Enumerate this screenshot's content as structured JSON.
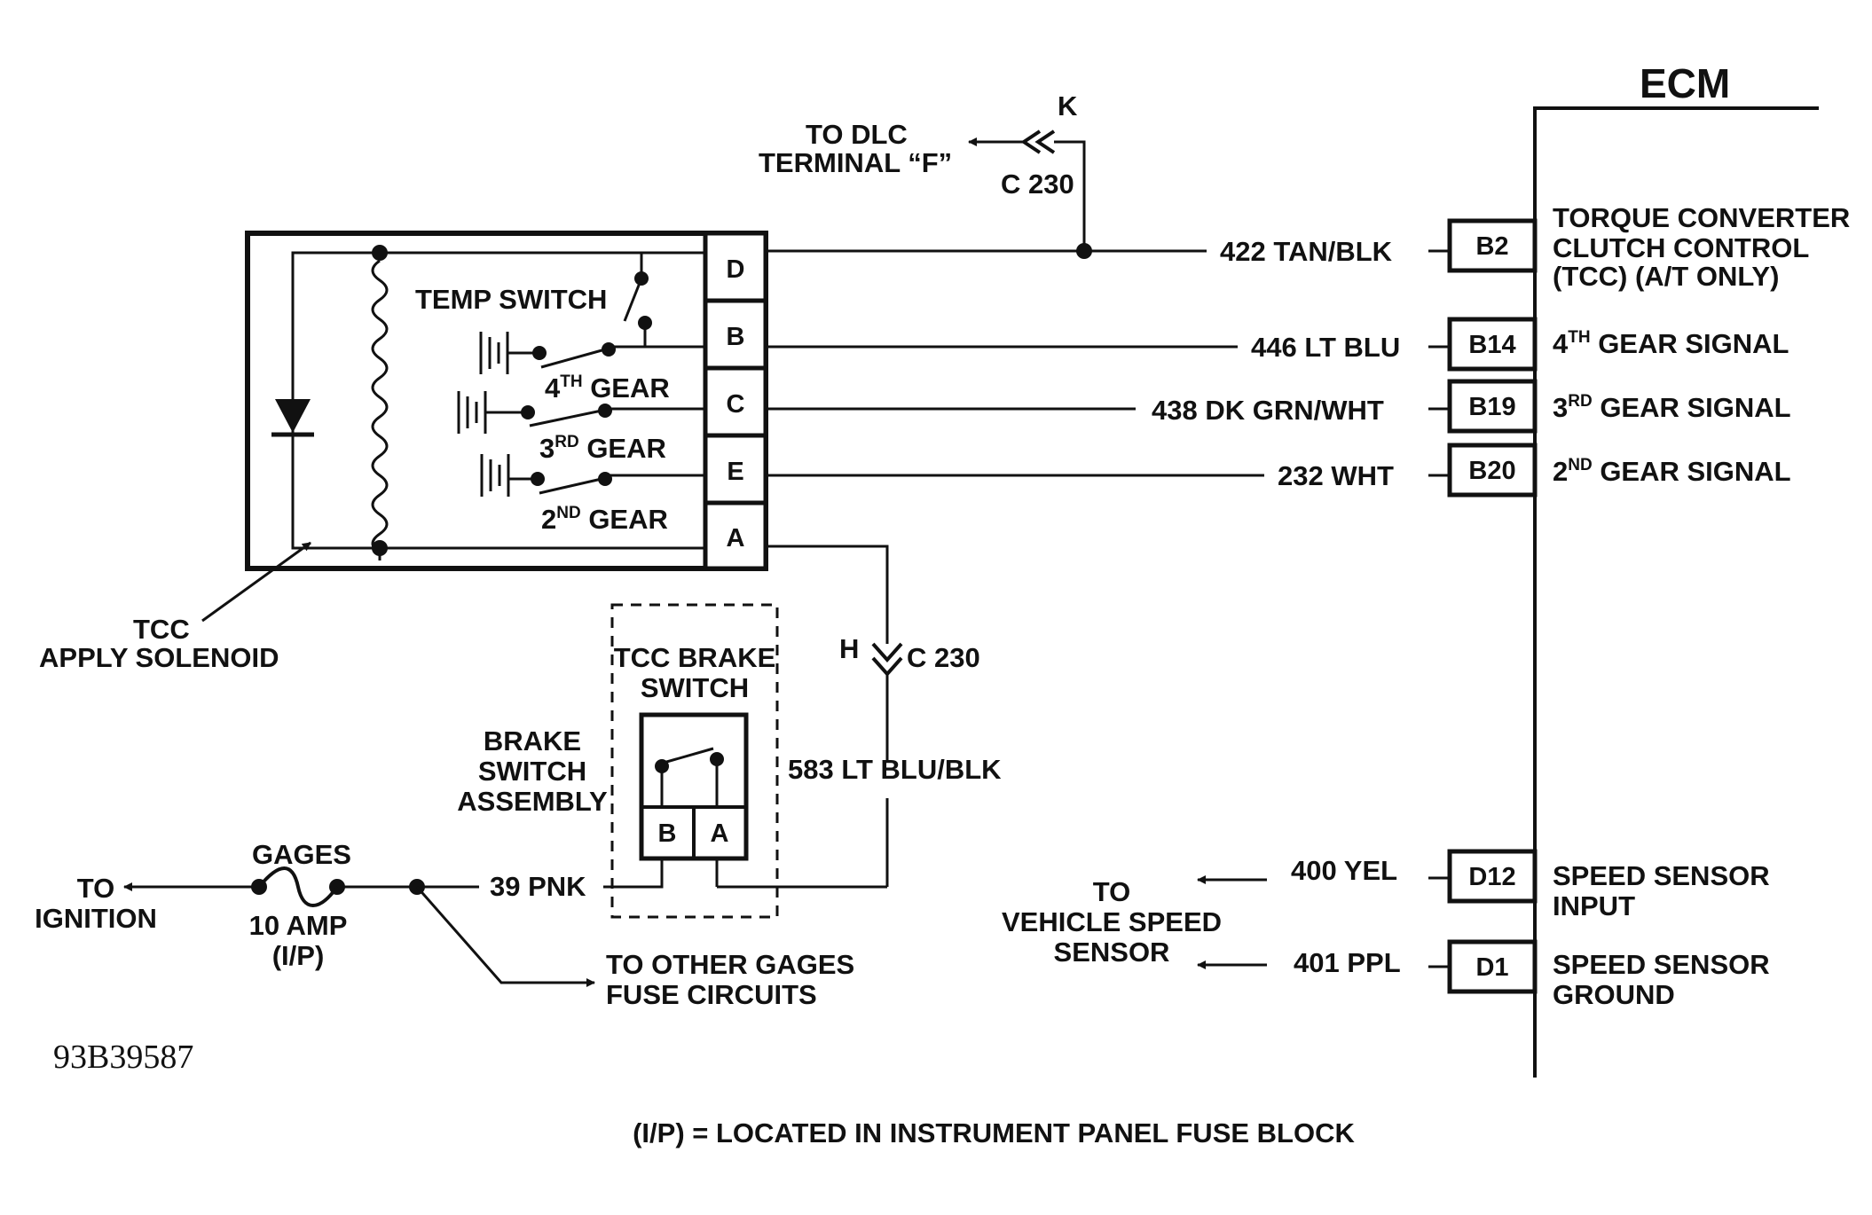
{
  "ecm": {
    "title": "ECM",
    "pins": [
      {
        "id": "B2",
        "wire": "422 TAN/BLK",
        "desc": [
          "TORQUE CONVERTER",
          "CLUTCH CONTROL",
          "(TCC) (A/T ONLY)"
        ]
      },
      {
        "id": "B14",
        "wire": "446 LT BLU",
        "desc_pre": "4",
        "desc_sup": "TH",
        "desc_post": " GEAR SIGNAL"
      },
      {
        "id": "B19",
        "wire": "438 DK GRN/WHT",
        "desc_pre": "3",
        "desc_sup": "RD",
        "desc_post": " GEAR SIGNAL"
      },
      {
        "id": "B20",
        "wire": "232 WHT",
        "desc_pre": "2",
        "desc_sup": "ND",
        "desc_post": " GEAR SIGNAL"
      },
      {
        "id": "D12",
        "wire": "400 YEL",
        "desc": [
          "SPEED SENSOR",
          "INPUT"
        ]
      },
      {
        "id": "D1",
        "wire": "401 PPL",
        "desc": [
          "SPEED SENSOR",
          "GROUND"
        ]
      }
    ]
  },
  "solenoid": {
    "terminals": [
      "D",
      "B",
      "C",
      "E",
      "A"
    ],
    "temp_switch": "TEMP SWITCH",
    "gear4": {
      "pre": "4",
      "sup": "TH",
      "post": " GEAR"
    },
    "gear3": {
      "pre": "3",
      "sup": "RD",
      "post": " GEAR"
    },
    "gear2": {
      "pre": "2",
      "sup": "ND",
      "post": " GEAR"
    },
    "callout": [
      "TCC",
      "APPLY SOLENOID"
    ]
  },
  "dlc": {
    "to": [
      "TO DLC",
      "TERMINAL “F”"
    ],
    "connector_letter": "K",
    "connector": "C 230"
  },
  "brake": {
    "connector_letter": "H",
    "connector": "C 230",
    "wire_583": "583 LT BLU/BLK",
    "switch_title": [
      "TCC BRAKE",
      "SWITCH"
    ],
    "assembly": [
      "BRAKE",
      "SWITCH",
      "ASSEMBLY"
    ],
    "terminals": [
      "B",
      "A"
    ]
  },
  "fuse": {
    "name": "GAGES",
    "rating": "10 AMP",
    "location": "(I/P)",
    "to_ignition": [
      "TO",
      "IGNITION"
    ],
    "wire": "39 PNK",
    "to_other": [
      "TO OTHER GAGES",
      "FUSE CIRCUITS"
    ]
  },
  "vss": {
    "to": [
      "TO",
      "VEHICLE SPEED",
      "SENSOR"
    ]
  },
  "figure_id": "93B39587",
  "footnote": "(I/P)  =  LOCATED IN INSTRUMENT PANEL FUSE BLOCK"
}
